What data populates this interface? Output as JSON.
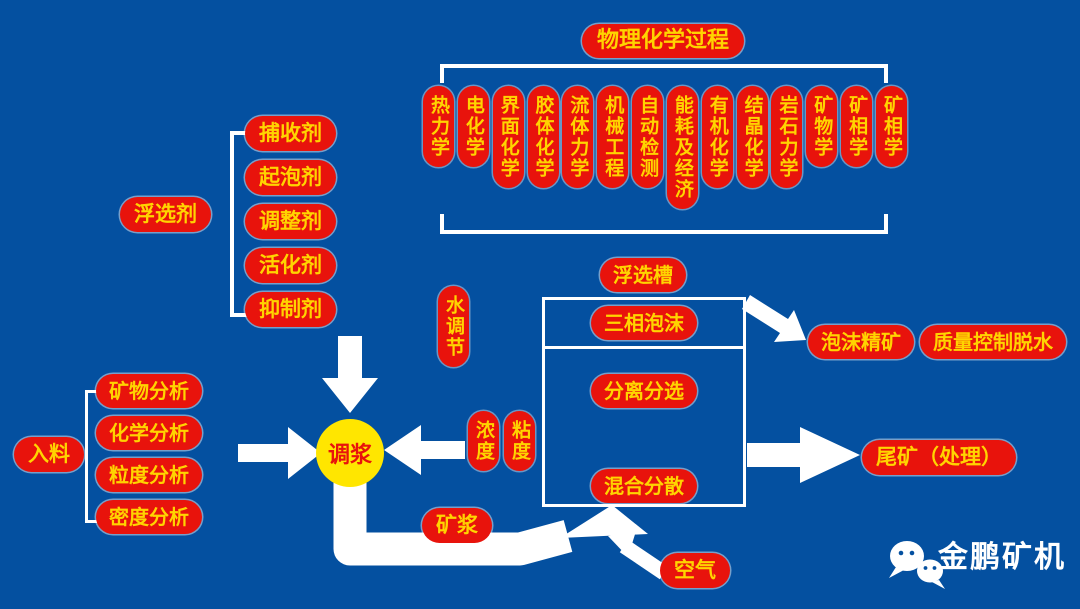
{
  "colors": {
    "background": "#0450A0",
    "pill_fill": "#E8130C",
    "pill_text": "#FFD400",
    "circle_fill": "#FFE600",
    "circle_text": "#E8130C",
    "lines_arrows": "#FFFFFF"
  },
  "top_section": {
    "title": "物理化学过程",
    "disciplines": [
      "热力学",
      "电化学",
      "界面化学",
      "胶体化学",
      "流体力学",
      "机械工程",
      "自动检测",
      "能耗及经济",
      "有机化学",
      "结晶化学",
      "岩石力学",
      "矿物学",
      "矿相学",
      "矿相学"
    ]
  },
  "reagents": {
    "label": "浮选剂",
    "items": [
      "捕收剂",
      "起泡剂",
      "调整剂",
      "活化剂",
      "抑制剂"
    ]
  },
  "feed": {
    "label": "入料",
    "items": [
      "矿物分析",
      "化学分析",
      "粒度分析",
      "密度分析"
    ]
  },
  "center": {
    "pulp_conditioning": "调浆",
    "water_adjust": "水调节",
    "concentration": "浓度",
    "viscosity": "粘度",
    "slurry": "矿浆",
    "air": "空气"
  },
  "flotation_cell": {
    "label": "浮选槽",
    "zones": [
      "三相泡沫",
      "分离分选",
      "混合分散"
    ]
  },
  "outputs": {
    "froth_concentrate": "泡沫精矿",
    "quality_control": "质量控制脱水",
    "tailings": "尾矿（处理）"
  },
  "brand": {
    "name": "金鹏矿机"
  }
}
